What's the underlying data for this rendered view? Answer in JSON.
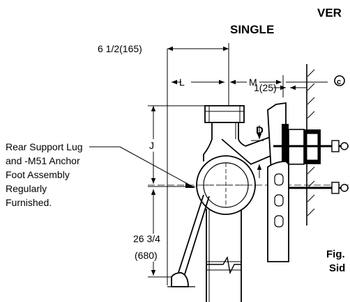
{
  "header": {
    "title_single": "SINGLE",
    "title_ver": "VER"
  },
  "dimensions": {
    "overall_width": "6 1/2(165)",
    "l": "L",
    "m": "M",
    "gap": "1(25)",
    "centerline_mark": "c",
    "d": "D",
    "j": "J",
    "height_in": "26 3/4",
    "height_mm": "(680)"
  },
  "callout": {
    "lines": [
      "Rear Support Lug",
      "and -M51 Anchor",
      "Foot Assembly",
      "Regularly",
      "Furnished."
    ]
  },
  "figure": {
    "fig_label": "Fig.",
    "side_label": "Sid"
  }
}
